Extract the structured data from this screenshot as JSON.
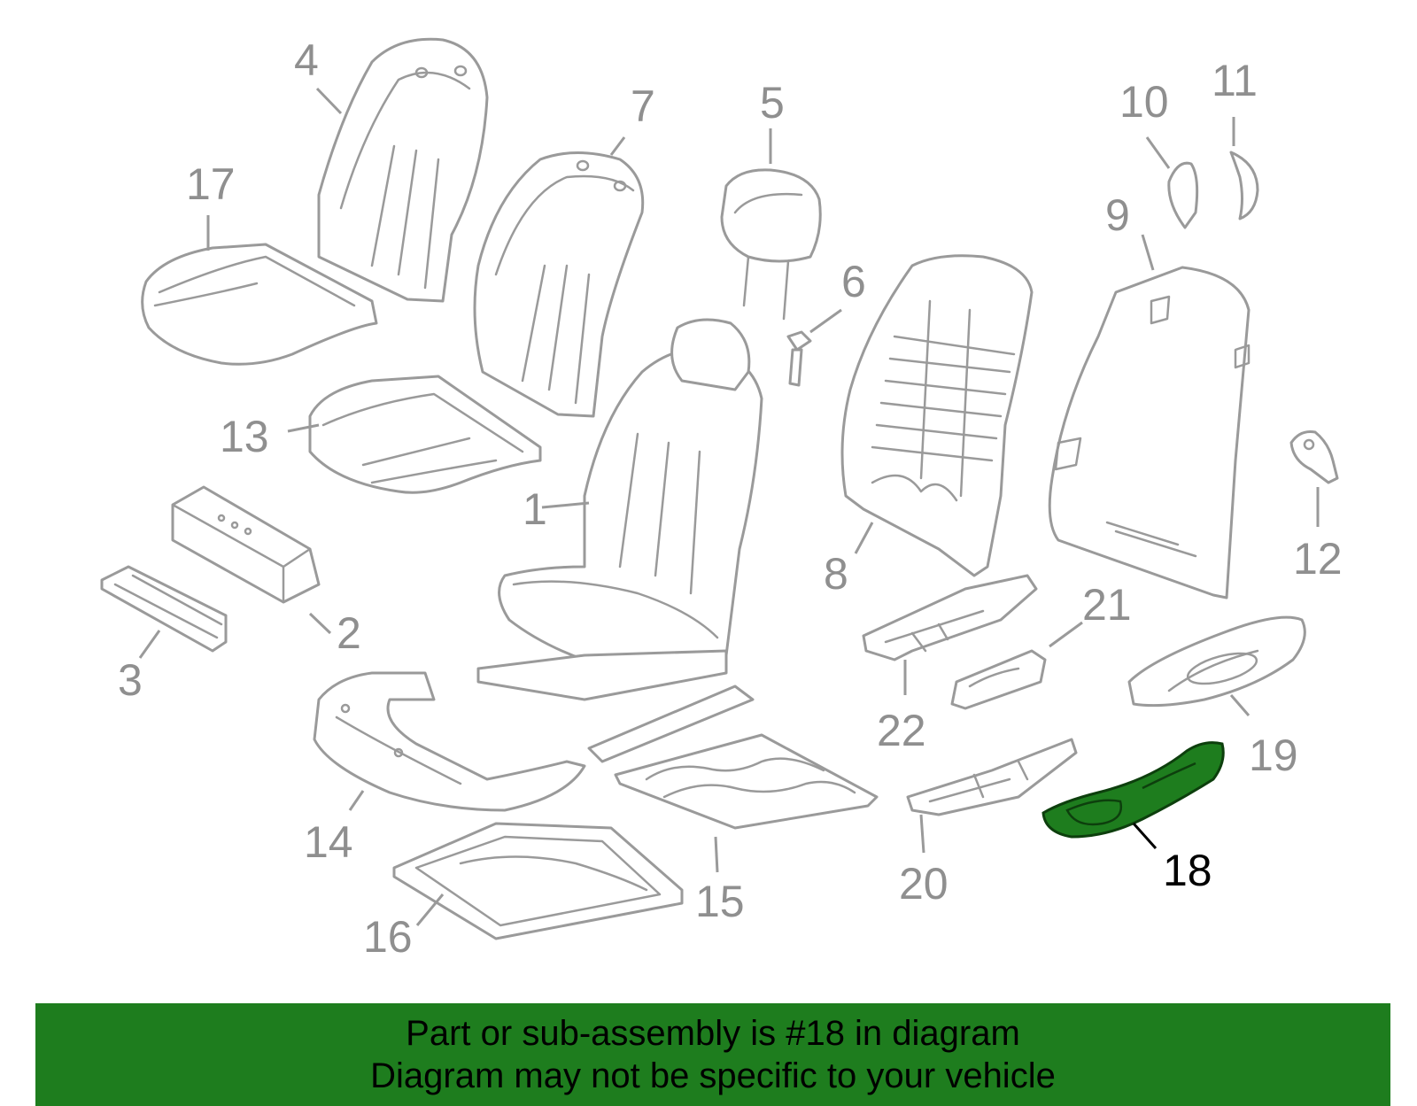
{
  "diagram": {
    "callouts": {
      "c1": "1",
      "c2": "2",
      "c3": "3",
      "c4": "4",
      "c5": "5",
      "c6": "6",
      "c7": "7",
      "c8": "8",
      "c9": "9",
      "c10": "10",
      "c11": "11",
      "c12": "12",
      "c13": "13",
      "c14": "14",
      "c15": "15",
      "c16": "16",
      "c17": "17",
      "c18": "18",
      "c19": "19",
      "c20": "20",
      "c21": "21",
      "c22": "22"
    },
    "highlighted_part": "18",
    "colors": {
      "line": "#9a9a9a",
      "highlight": "#1e7d1e",
      "banner": "#1e7d1e"
    }
  },
  "banner": {
    "line1": "Part or sub-assembly is #18 in diagram",
    "line2": "Diagram may not be specific to your vehicle"
  }
}
